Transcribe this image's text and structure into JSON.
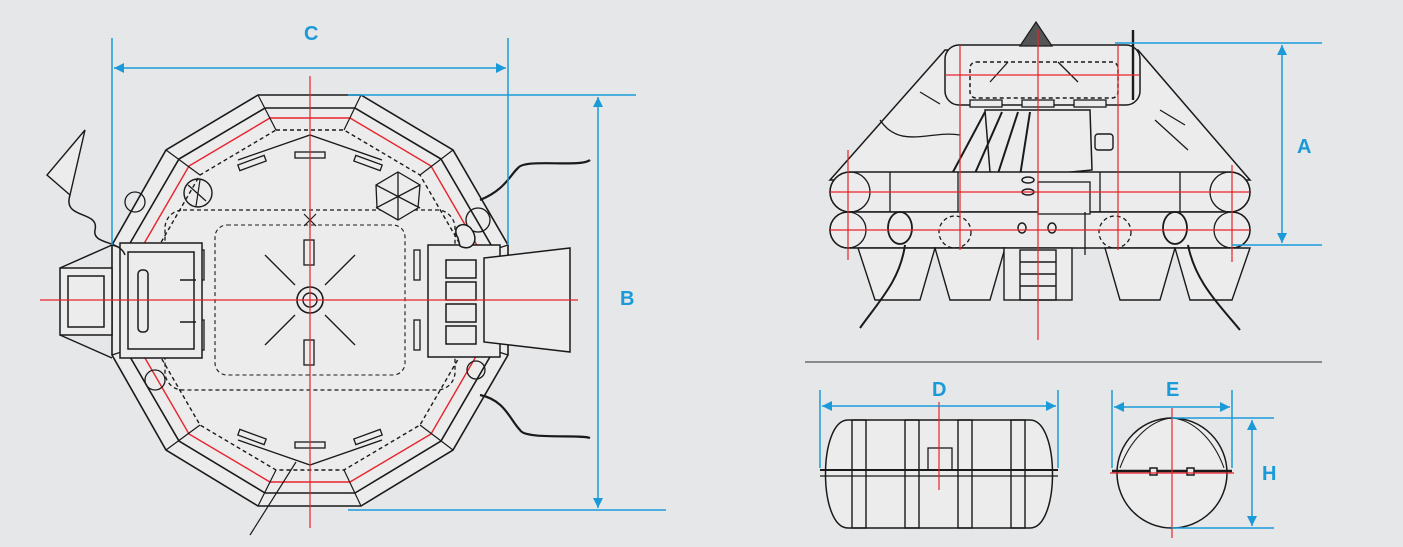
{
  "colors": {
    "background": "#e6e7e8",
    "line": "#1a1a1a",
    "centerline": "#e8232b",
    "dimension": "#1a9ad9",
    "body_fill": "#ececec",
    "separator": "#8a8a8a"
  },
  "labels": {
    "A": "A",
    "B": "B",
    "C": "C",
    "D": "D",
    "E": "E",
    "H": "H"
  }
}
